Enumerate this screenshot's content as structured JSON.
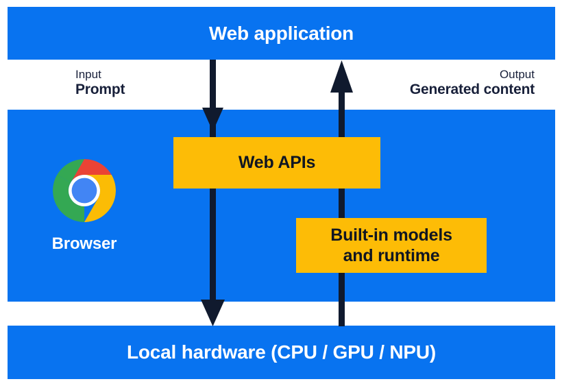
{
  "diagram": {
    "title": "Web application",
    "colors": {
      "blue": "#0873F0",
      "yellow": "#FDBC06",
      "arrow_navy": "#101A2E",
      "text_dark": "#18203A",
      "text_light": "#FFFFFF",
      "background": "#FFFFFF"
    },
    "top_band": {
      "label": "Web application"
    },
    "io": {
      "input": {
        "kind": "Input",
        "value": "Prompt"
      },
      "output": {
        "kind": "Output",
        "value": "Generated content"
      }
    },
    "middle_band": {
      "browser": {
        "label": "Browser",
        "logo": "chrome-logo"
      },
      "boxes": [
        {
          "id": "web-apis",
          "label": "Web APIs",
          "lines": [
            "Web APIs"
          ]
        },
        {
          "id": "builtin-models",
          "label": "Built-in models and runtime",
          "lines": [
            "Built-in models",
            "and runtime"
          ]
        }
      ]
    },
    "bottom_band": {
      "label": "Local hardware (CPU / GPU / NPU)"
    },
    "arrows": [
      {
        "id": "input-flow",
        "direction": "down",
        "from": "Web application",
        "to": "Local hardware (CPU / GPU / NPU)"
      },
      {
        "id": "output-flow",
        "direction": "up",
        "from": "Local hardware (CPU / GPU / NPU)",
        "to": "Web application"
      }
    ]
  }
}
